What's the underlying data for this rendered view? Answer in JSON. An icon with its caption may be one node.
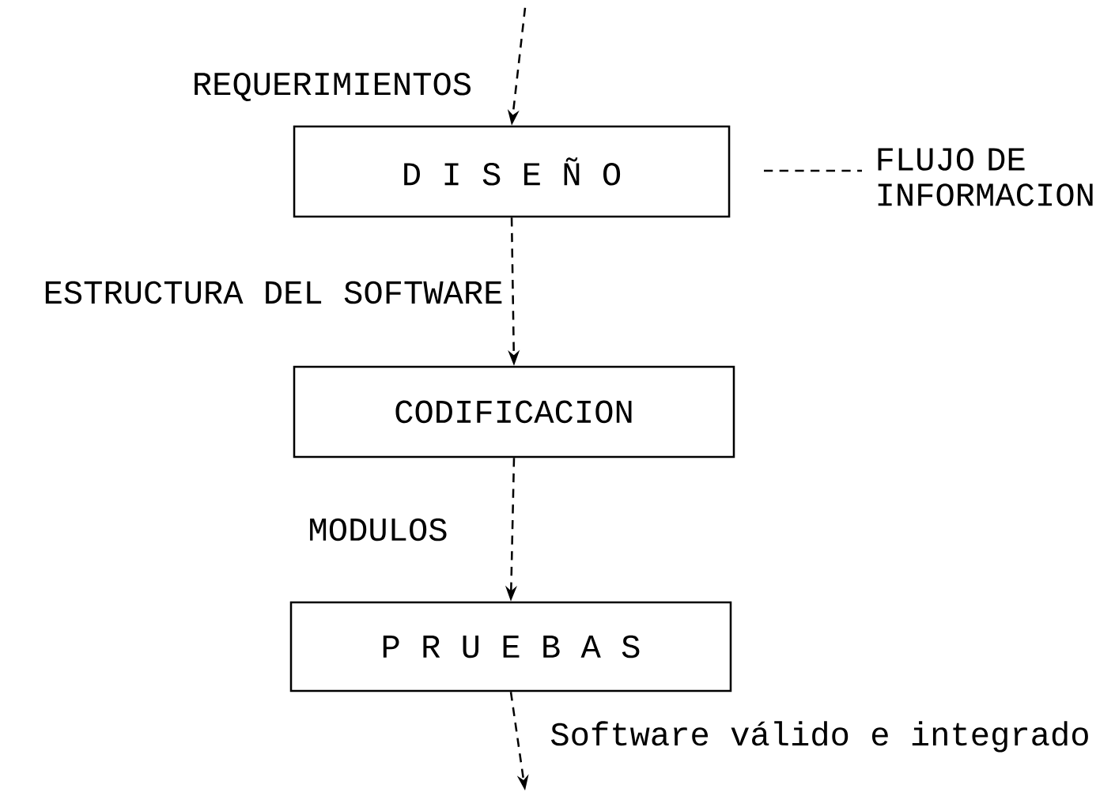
{
  "diagram": {
    "nodes": [
      {
        "text": [
          "D I S E Ñ O"
        ]
      },
      {
        "text": [
          "CODIFICACION"
        ]
      },
      {
        "text": [
          "P R U E B A S"
        ]
      }
    ],
    "edges": [
      {
        "from": null,
        "to": 0,
        "arrow": "to",
        "label": "REQUERIMIENTOS",
        "style": "dashed"
      },
      {
        "from": 0,
        "to": 1,
        "arrow": "to",
        "label": "ESTRUCTURA DEL SOFTWARE",
        "style": "dashed"
      },
      {
        "from": 1,
        "to": 2,
        "arrow": "to",
        "label": "MODULOS",
        "style": "dashed"
      },
      {
        "from": 2,
        "to": null,
        "arrow": "to",
        "label": "Software válido e integrado",
        "style": "dashed"
      }
    ],
    "legend": [
      {
        "text": "FLUJO DE INFORMACION"
      }
    ]
  }
}
